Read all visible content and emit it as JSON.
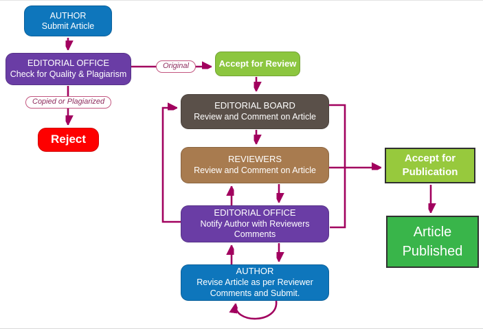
{
  "diagram": {
    "arrow_color": "#a1005e",
    "nodes": {
      "author_submit": {
        "title": "AUTHOR",
        "subtitle": "Submit Article",
        "color": "#0e76bc"
      },
      "editorial_office_check": {
        "title": "EDITORIAL OFFICE",
        "subtitle": "Check for Quality & Plagiarism",
        "color": "#6a3da5"
      },
      "accept_for_review": {
        "title": "Accept for Review",
        "color": "#8cc63f"
      },
      "reject": {
        "title": "Reject",
        "color": "#fe0000"
      },
      "editorial_board": {
        "title": "EDITORIAL BOARD",
        "subtitle": "Review and Comment on Article",
        "color": "#5a5049"
      },
      "reviewers": {
        "title": "REVIEWERS",
        "subtitle": "Review and Comment on Article",
        "color": "#a87b4f"
      },
      "editorial_office_notify": {
        "title": "EDITORIAL OFFICE",
        "subtitle": "Notify Author with Reviewers Comments",
        "color": "#6a3da5"
      },
      "author_revise": {
        "title": "AUTHOR",
        "subtitle": "Revise Article as per Reviewer Comments and Submit.",
        "color": "#0e76bc"
      },
      "accept_for_publication": {
        "title": "Accept for Publication",
        "color": "#97c93d"
      },
      "article_published": {
        "title": "Article Published",
        "color": "#39b54a"
      }
    },
    "edge_labels": {
      "original": "Original",
      "copied_or_plagiarized": "Copied or Plagiarized"
    }
  }
}
